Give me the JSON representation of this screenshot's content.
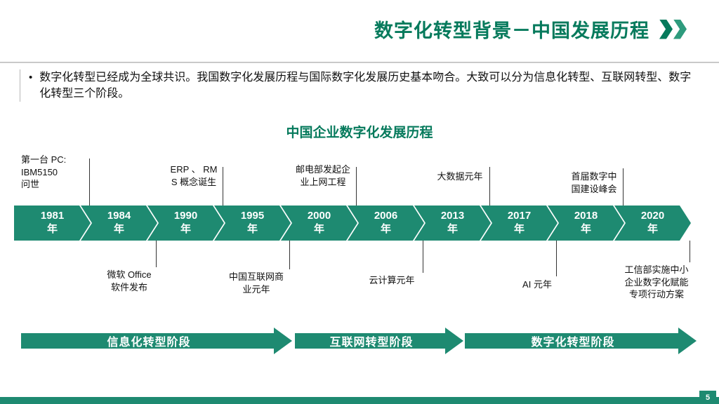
{
  "header": {
    "title": "数字化转型背景－中国发展历程"
  },
  "intro": {
    "bullet": "•",
    "text": "数字化转型已经成为全球共识。我国数字化发展历程与国际数字化发展历史基本吻合。大致可以分为信息化转型、互联网转型、数字化转型三个阶段。"
  },
  "timeline": {
    "title": "中国企业数字化发展历程",
    "milestones": [
      {
        "year": "1981",
        "suffix": "年",
        "side": "above",
        "note": "第一台 PC:\nIBM5150\n问世"
      },
      {
        "year": "1984",
        "suffix": "年",
        "side": "below",
        "note": "微软 Office\n软件发布"
      },
      {
        "year": "1990",
        "suffix": "年",
        "side": "above",
        "note": "ERP 、 RM\nS 概念诞生"
      },
      {
        "year": "1995",
        "suffix": "年",
        "side": "below",
        "note": "中国互联网商\n业元年"
      },
      {
        "year": "2000",
        "suffix": "年",
        "side": "above",
        "note": "邮电部发起企\n业上网工程"
      },
      {
        "year": "2006",
        "suffix": "年",
        "side": "below",
        "note": "云计算元年"
      },
      {
        "year": "2013",
        "suffix": "年",
        "side": "above",
        "note": "大数据元年"
      },
      {
        "year": "2017",
        "suffix": "年",
        "side": "below",
        "note": "AI 元年"
      },
      {
        "year": "2018",
        "suffix": "年",
        "side": "above",
        "note": "首届数字中\n国建设峰会"
      },
      {
        "year": "2020",
        "suffix": "年",
        "side": "below",
        "note": "工信部实施中小\n企业数字化赋能\n专项行动方案"
      }
    ],
    "stages": [
      {
        "label": "信息化转型阶段"
      },
      {
        "label": "互联网转型阶段"
      },
      {
        "label": "数字化转型阶段"
      }
    ]
  },
  "footer": {
    "page_number": "5"
  },
  "colors": {
    "accent": "#1e8a71",
    "title": "#067a5c",
    "connector": "#333333"
  }
}
